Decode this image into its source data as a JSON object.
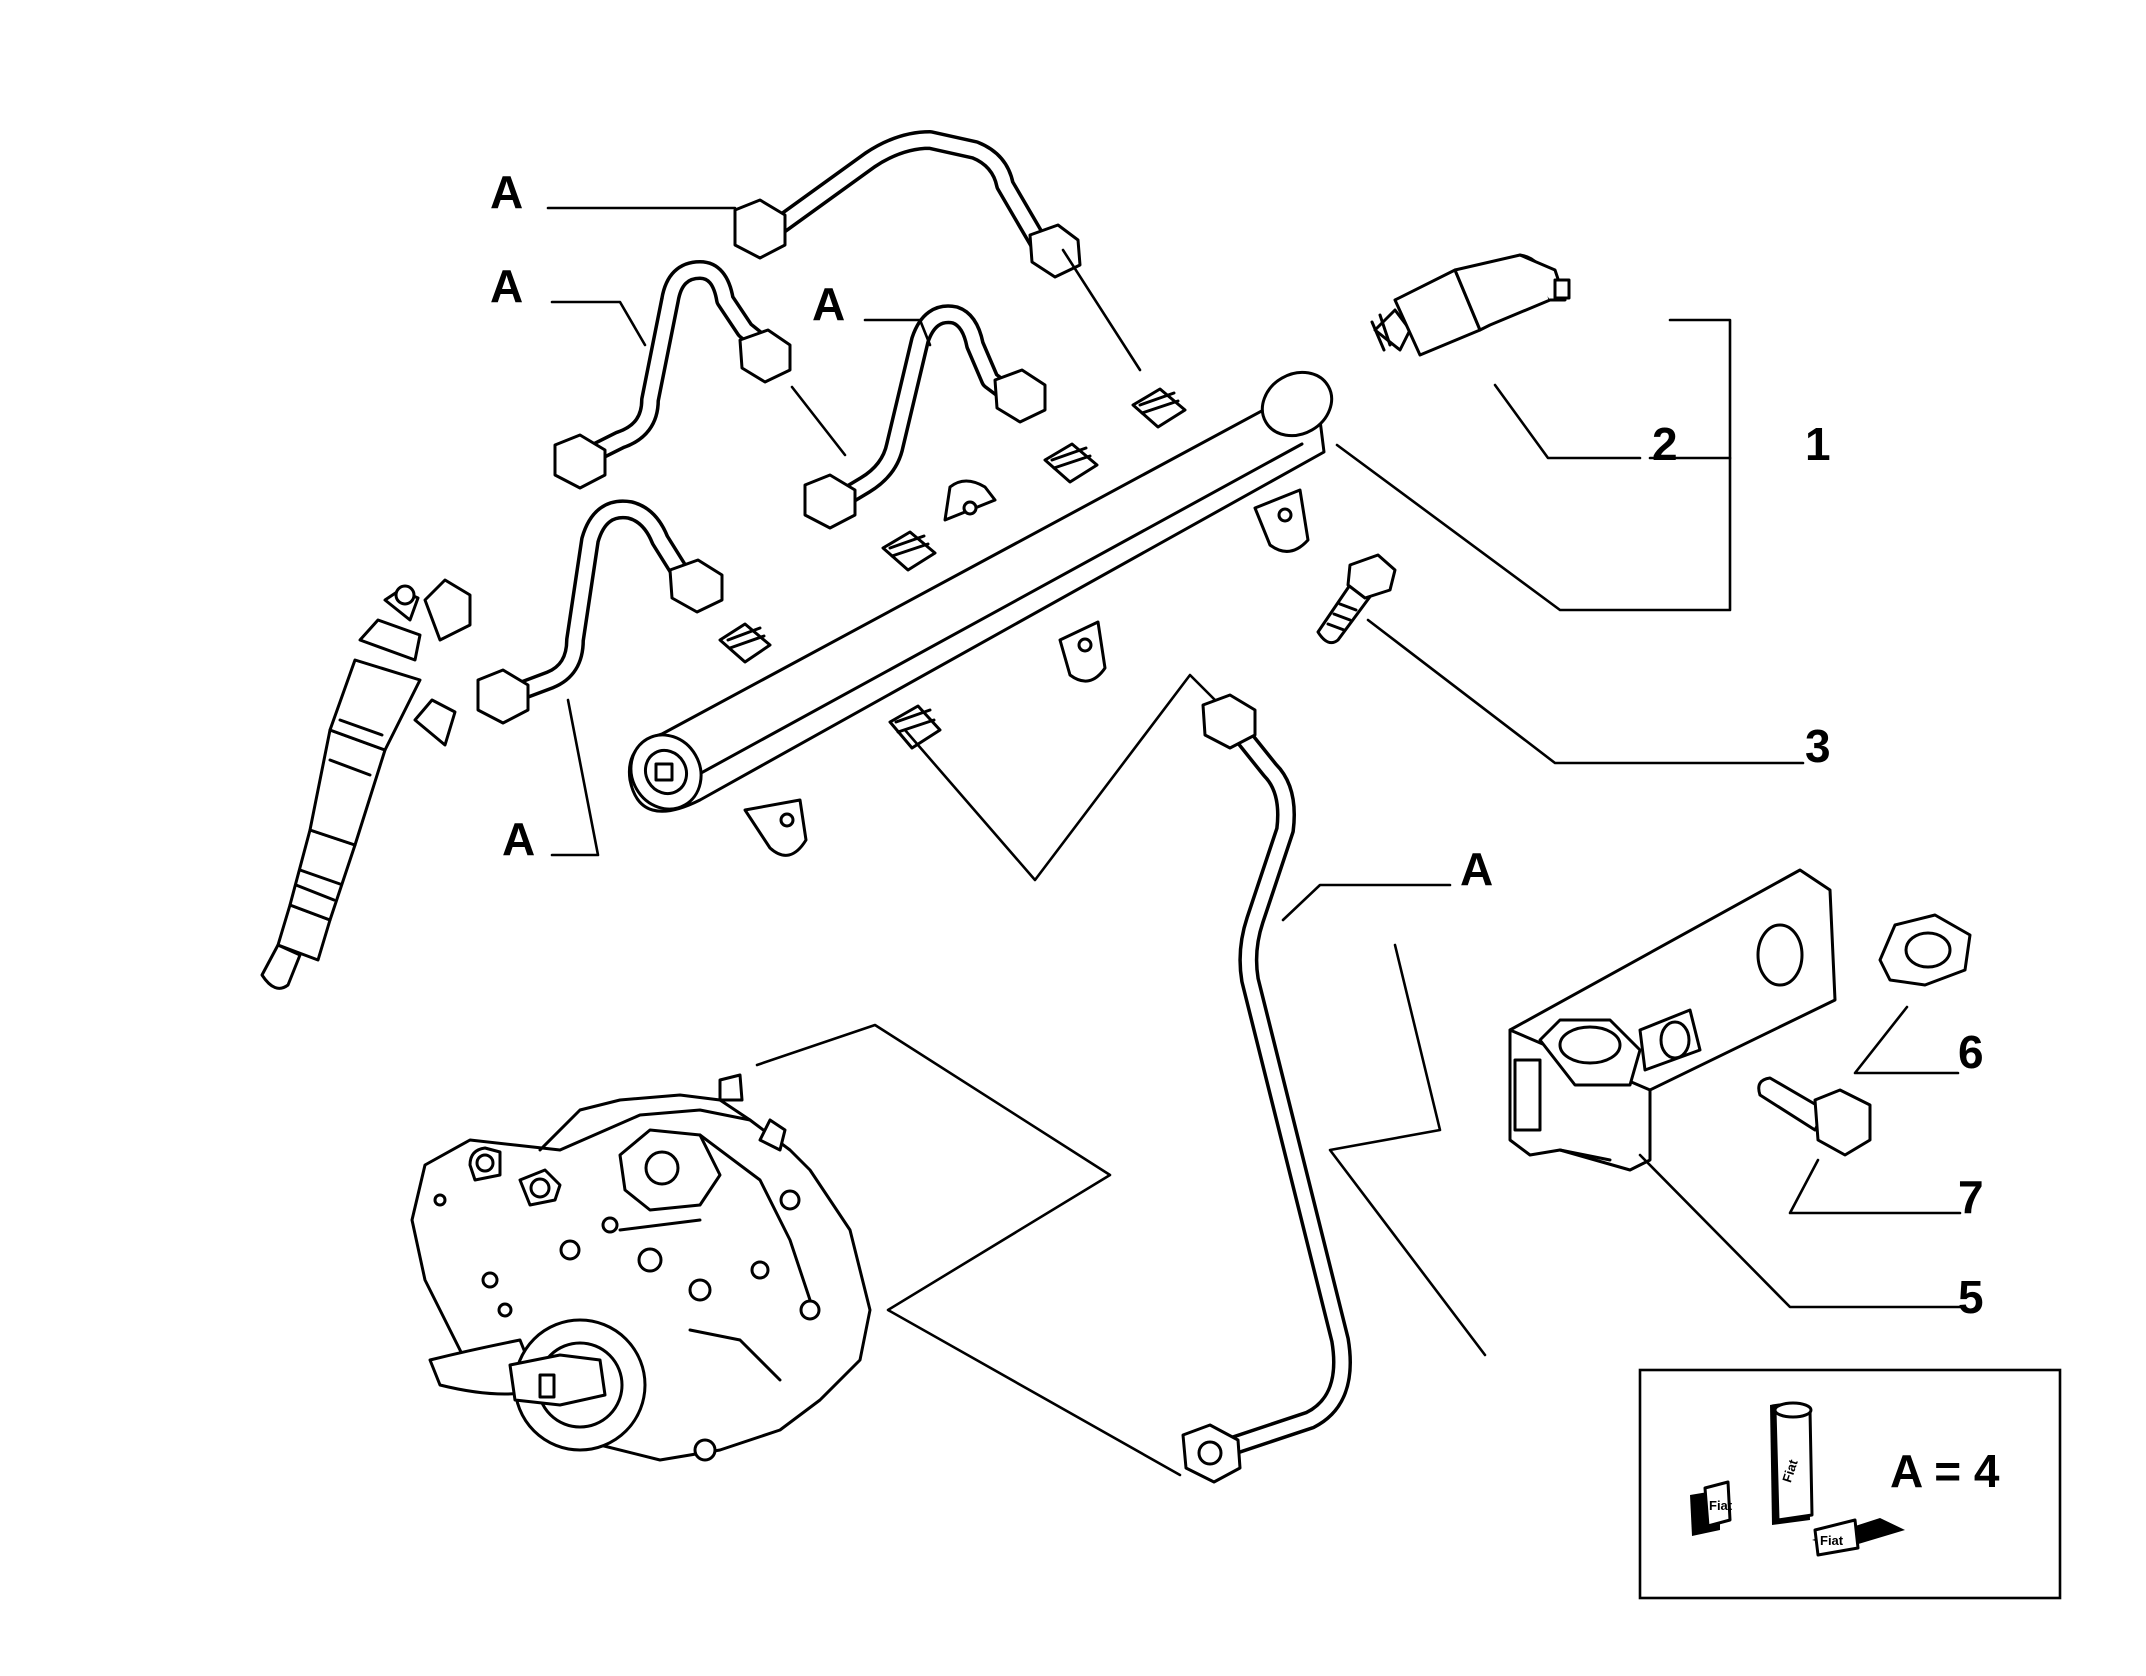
{
  "callouts": {
    "a1": "A",
    "a2": "A",
    "a3": "A",
    "a4": "A",
    "a5": "A",
    "n1": "1",
    "n2": "2",
    "n3": "3",
    "n5": "5",
    "n6": "6",
    "n7": "7"
  },
  "legend": {
    "quantity": "A = 4",
    "brand_1": "Fiat",
    "brand_2": "Fiat",
    "brand_3": "Fiat"
  }
}
